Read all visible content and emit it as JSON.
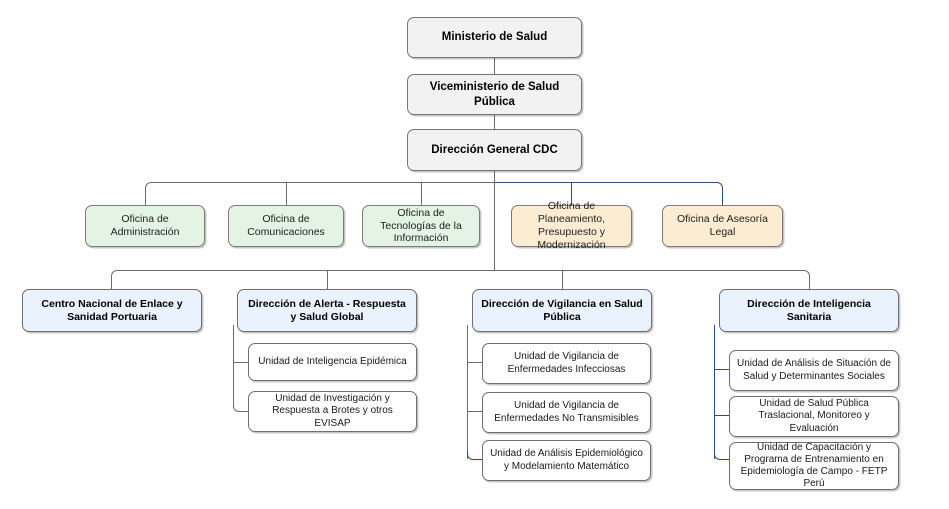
{
  "diagram": {
    "title": "Organigrama Dirección General CDC",
    "colors": {
      "grey_fill": "#f2f2f2",
      "green_fill": "#e3f3e4",
      "orange_fill": "#fcecd2",
      "blue_fill": "#eaf2fd",
      "white_fill": "#ffffff",
      "border": "#7a7a7a",
      "connector": "#6b6b6b",
      "connector_accent": "#2d4f77"
    },
    "level1": {
      "label": "Ministerio de Salud"
    },
    "level2": {
      "label": "Viceministerio de Salud Pública"
    },
    "level3": {
      "label": "Dirección General CDC"
    },
    "offices": [
      {
        "label": "Oficina de Administración",
        "style": "green"
      },
      {
        "label": "Oficina de Comunicaciones",
        "style": "green"
      },
      {
        "label": "Oficina de Tecnologías de la Información",
        "style": "green"
      },
      {
        "label": "Oficina de Planeamiento, Presupuesto y Modernización",
        "style": "orange"
      },
      {
        "label": "Oficina de Asesoría Legal",
        "style": "orange"
      }
    ],
    "directions": [
      {
        "label": "Centro Nacional de Enlace y Sanidad Portuaria",
        "units": []
      },
      {
        "label": "Dirección de Alerta - Respuesta y Salud Global",
        "units": [
          {
            "label": "Unidad de Inteligencia Epidémica"
          },
          {
            "label": "Unidad de Investigación y Respuesta a Brotes y otros EVISAP"
          }
        ]
      },
      {
        "label": "Dirección de Vigilancia en Salud Pública",
        "units": [
          {
            "label": "Unidad de Vigilancia de Enfermedades Infecciosas"
          },
          {
            "label": "Unidad de Vigilancia de Enfermedades No Transmisibles"
          },
          {
            "label": "Unidad de Análisis Epidemiológico y Modelamiento Matemático"
          }
        ]
      },
      {
        "label": "Dirección de Inteligencia Sanitaria",
        "units": [
          {
            "label": "Unidad de Análisis de Situación de Salud y Determinantes Sociales"
          },
          {
            "label": "Unidad de Salud Pública Traslacional, Monitoreo y Evaluación"
          },
          {
            "label": "Unidad de Capacitación y Programa de Entrenamiento en Epidemiología de Campo - FETP Perú"
          }
        ]
      }
    ]
  }
}
